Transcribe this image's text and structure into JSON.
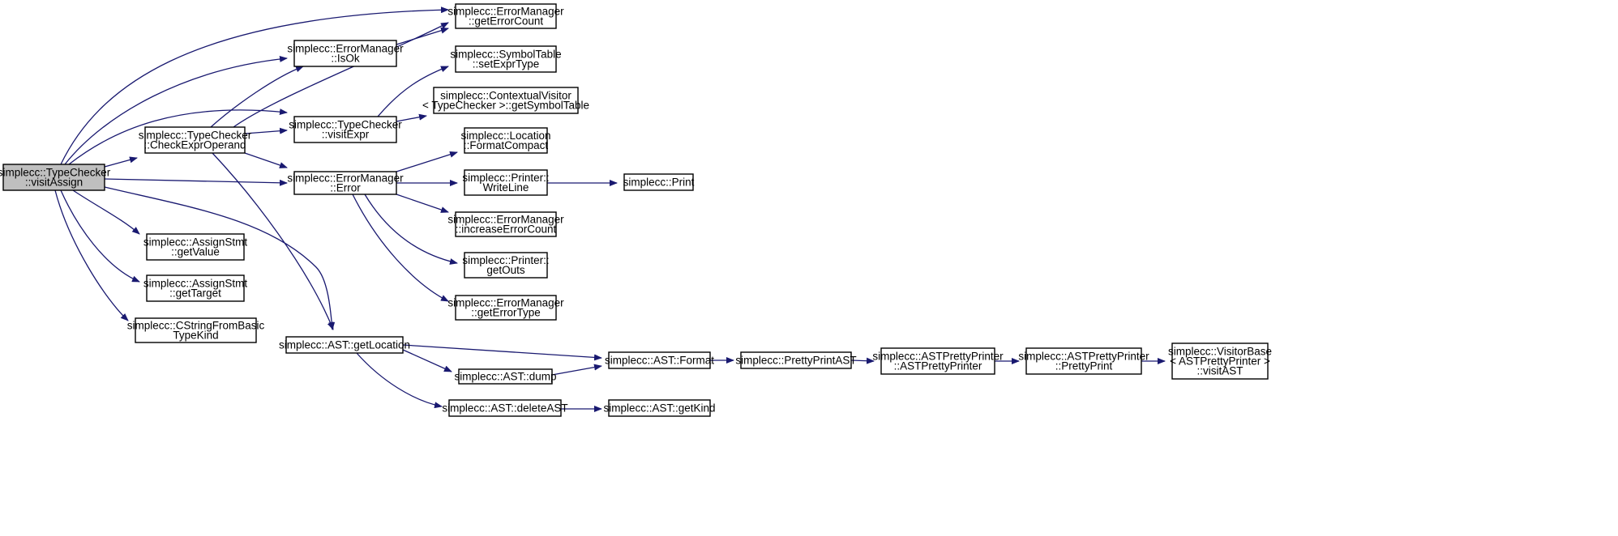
{
  "graph": {
    "kind": "call-graph",
    "root": "visitAssign",
    "colors": {
      "edge": "#191970",
      "root_fill": "#bfbfbf",
      "node_fill": "#ffffff",
      "border": "#000000"
    },
    "nodes": [
      {
        "id": "visitAssign",
        "lines": [
          "simplecc::TypeChecker",
          "::visitAssign"
        ],
        "root": true
      },
      {
        "id": "CheckExprOperand",
        "lines": [
          "simplecc::TypeChecker",
          "::CheckExprOperand"
        ]
      },
      {
        "id": "AssignStmtGetValue",
        "lines": [
          "simplecc::AssignStmt",
          "::getValue"
        ]
      },
      {
        "id": "AssignStmtGetTarget",
        "lines": [
          "simplecc::AssignStmt",
          "::getTarget"
        ]
      },
      {
        "id": "CStringFromBasicTypeKind",
        "lines": [
          "simplecc::CStringFromBasic",
          "TypeKind"
        ]
      },
      {
        "id": "IsOk",
        "lines": [
          "simplecc::ErrorManager",
          "::IsOk"
        ]
      },
      {
        "id": "visitExpr",
        "lines": [
          "simplecc::TypeChecker",
          "::visitExpr"
        ]
      },
      {
        "id": "Error",
        "lines": [
          "simplecc::ErrorManager",
          "::Error"
        ]
      },
      {
        "id": "getLocation",
        "lines": [
          "simplecc::AST::getLocation"
        ]
      },
      {
        "id": "getErrorCount",
        "lines": [
          "simplecc::ErrorManager",
          "::getErrorCount"
        ]
      },
      {
        "id": "setExprType",
        "lines": [
          "simplecc::SymbolTable",
          "::setExprType"
        ]
      },
      {
        "id": "getSymbolTable",
        "lines": [
          "simplecc::ContextualVisitor",
          "< TypeChecker >::getSymbolTable"
        ]
      },
      {
        "id": "FormatCompact",
        "lines": [
          "simplecc::Location",
          "::FormatCompact"
        ]
      },
      {
        "id": "WriteLine",
        "lines": [
          "simplecc::Printer::",
          "WriteLine"
        ]
      },
      {
        "id": "increaseErrorCount",
        "lines": [
          "simplecc::ErrorManager",
          "::increaseErrorCount"
        ]
      },
      {
        "id": "getOuts",
        "lines": [
          "simplecc::Printer::",
          "getOuts"
        ]
      },
      {
        "id": "getErrorType",
        "lines": [
          "simplecc::ErrorManager",
          "::getErrorType"
        ]
      },
      {
        "id": "dump",
        "lines": [
          "simplecc::AST::dump"
        ]
      },
      {
        "id": "deleteAST",
        "lines": [
          "simplecc::AST::deleteAST"
        ]
      },
      {
        "id": "Print",
        "lines": [
          "simplecc::Print"
        ]
      },
      {
        "id": "Format",
        "lines": [
          "simplecc::AST::Format"
        ]
      },
      {
        "id": "getKind",
        "lines": [
          "simplecc::AST::getKind"
        ]
      },
      {
        "id": "PrettyPrintAST",
        "lines": [
          "simplecc::PrettyPrintAST"
        ]
      },
      {
        "id": "ASTPrettyPrinterCtor",
        "lines": [
          "simplecc::ASTPrettyPrinter",
          "::ASTPrettyPrinter"
        ]
      },
      {
        "id": "PrettyPrint",
        "lines": [
          "simplecc::ASTPrettyPrinter",
          "::PrettyPrint"
        ]
      },
      {
        "id": "visitAST",
        "lines": [
          "simplecc::VisitorBase",
          "< ASTPrettyPrinter >",
          "::visitAST"
        ]
      }
    ],
    "edges": [
      {
        "from": "visitAssign",
        "to": "getErrorCount"
      },
      {
        "from": "visitAssign",
        "to": "IsOk"
      },
      {
        "from": "visitAssign",
        "to": "visitExpr"
      },
      {
        "from": "visitAssign",
        "to": "CheckExprOperand"
      },
      {
        "from": "visitAssign",
        "to": "Error"
      },
      {
        "from": "visitAssign",
        "to": "getLocation"
      },
      {
        "from": "visitAssign",
        "to": "AssignStmtGetValue"
      },
      {
        "from": "visitAssign",
        "to": "AssignStmtGetTarget"
      },
      {
        "from": "visitAssign",
        "to": "CStringFromBasicTypeKind"
      },
      {
        "from": "CheckExprOperand",
        "to": "IsOk"
      },
      {
        "from": "CheckExprOperand",
        "to": "getErrorCount"
      },
      {
        "from": "CheckExprOperand",
        "to": "visitExpr"
      },
      {
        "from": "CheckExprOperand",
        "to": "Error"
      },
      {
        "from": "CheckExprOperand",
        "to": "getLocation"
      },
      {
        "from": "IsOk",
        "to": "getErrorCount"
      },
      {
        "from": "visitExpr",
        "to": "setExprType"
      },
      {
        "from": "visitExpr",
        "to": "getSymbolTable"
      },
      {
        "from": "Error",
        "to": "FormatCompact"
      },
      {
        "from": "Error",
        "to": "WriteLine"
      },
      {
        "from": "Error",
        "to": "increaseErrorCount"
      },
      {
        "from": "Error",
        "to": "getOuts"
      },
      {
        "from": "Error",
        "to": "getErrorType"
      },
      {
        "from": "WriteLine",
        "to": "Print"
      },
      {
        "from": "getLocation",
        "to": "Format"
      },
      {
        "from": "getLocation",
        "to": "dump"
      },
      {
        "from": "getLocation",
        "to": "deleteAST"
      },
      {
        "from": "dump",
        "to": "Format"
      },
      {
        "from": "deleteAST",
        "to": "getKind"
      },
      {
        "from": "Format",
        "to": "PrettyPrintAST"
      },
      {
        "from": "PrettyPrintAST",
        "to": "ASTPrettyPrinterCtor"
      },
      {
        "from": "ASTPrettyPrinterCtor",
        "to": "PrettyPrint"
      },
      {
        "from": "PrettyPrint",
        "to": "visitAST"
      }
    ]
  }
}
